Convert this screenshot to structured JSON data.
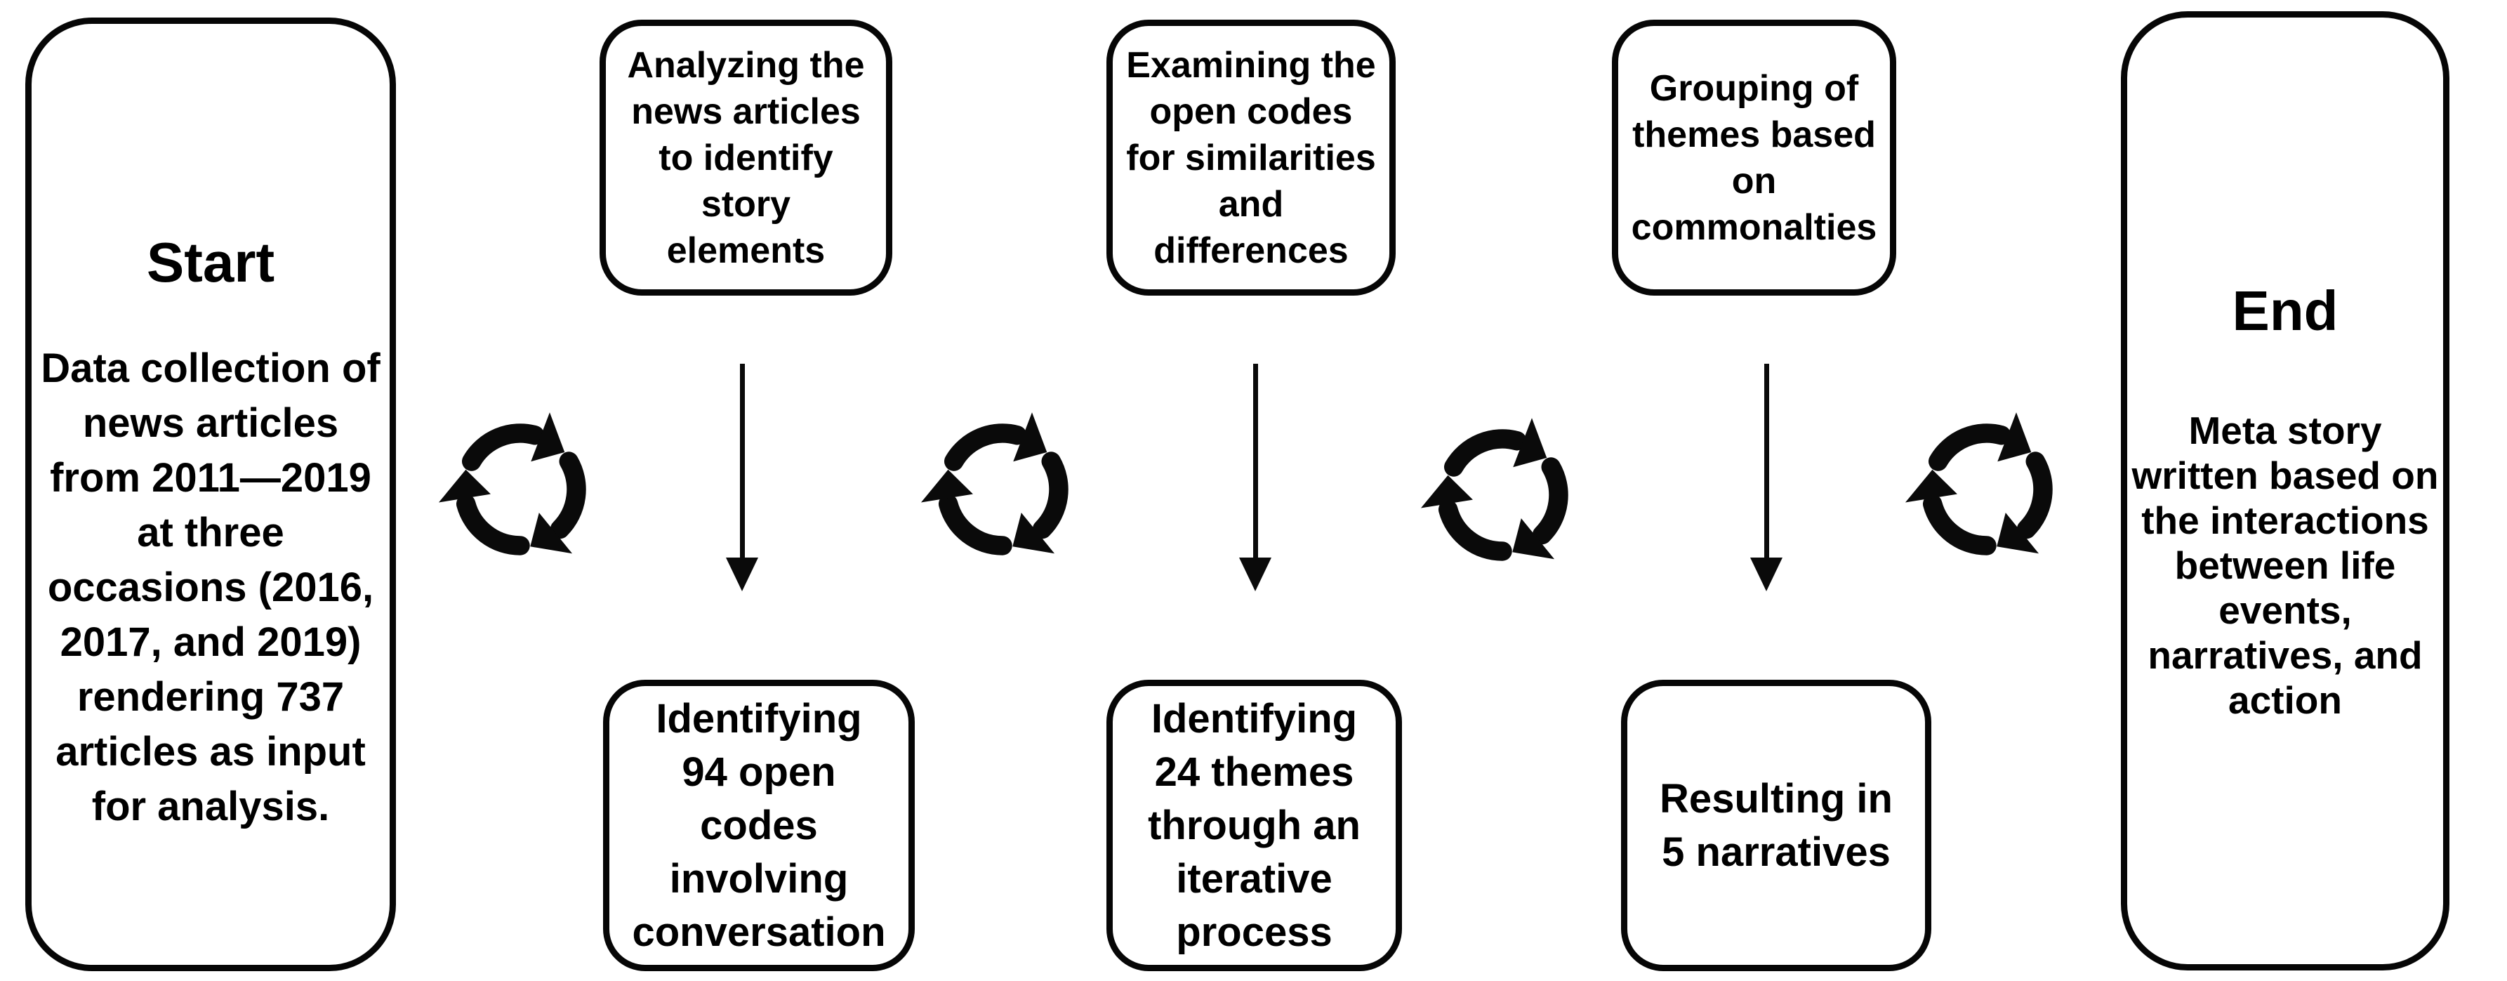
{
  "colors": {
    "ink": "#000000",
    "background": "#ffffff"
  },
  "start": {
    "title": "Start",
    "body": "Data collection of\nnews articles\nfrom 2011—2019\nat three\noccasions (2016,\n2017, and 2019)\nrendering 737\narticles as input\nfor analysis."
  },
  "steps": [
    {
      "top": "Analyzing the\nnews articles\nto identify\nstory\nelements",
      "bottom": "Identifying\n94 open\ncodes\ninvolving\nconversation"
    },
    {
      "top": "Examining the\nopen codes\nfor similarities\nand\ndifferences",
      "bottom": "Identifying\n24 themes\nthrough an\niterative\nprocess"
    },
    {
      "top": "Grouping of\nthemes based\non\ncommonalties",
      "bottom": "Resulting in\n5 narratives"
    }
  ],
  "end": {
    "title": "End",
    "body": "Meta story\nwritten based on\nthe interactions\nbetween life\nevents,\nnarratives, and\naction"
  },
  "icons": {
    "cycle": "cycle-arrows-icon",
    "down_arrow": "down-arrow-icon"
  }
}
